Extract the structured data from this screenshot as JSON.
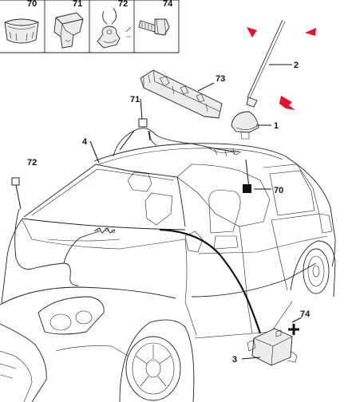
{
  "parts_strip": [
    {
      "ref": "70",
      "icon": "insert-icon"
    },
    {
      "ref": "71",
      "icon": "clip-icon"
    },
    {
      "ref": "72",
      "icon": "cable-clip-icon"
    },
    {
      "ref": "74",
      "icon": "screw-icon"
    }
  ],
  "callouts": {
    "antenna_base": "1",
    "antenna_mast": "2",
    "amplifier_module": "3",
    "cable_harness": "4",
    "insert": "70",
    "clips": "71",
    "cable_clip": "72",
    "bracket": "73",
    "screw": "74"
  },
  "colors": {
    "line": "#222222",
    "arrow_red": "#e8102a"
  },
  "icons": {
    "direction_arrows": "red-arrow-icon"
  }
}
